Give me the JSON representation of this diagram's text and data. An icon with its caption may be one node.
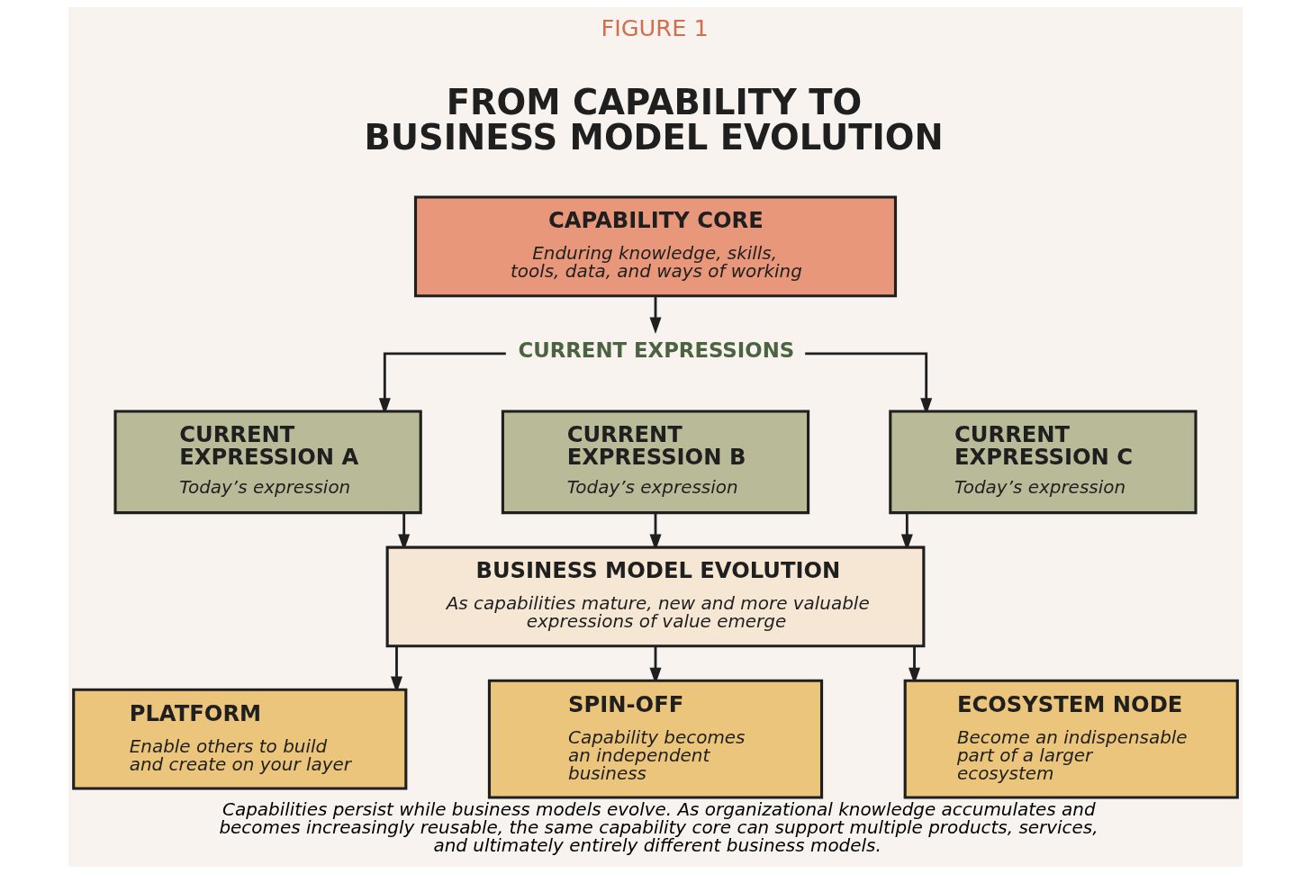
{
  "diagram": {
    "title": "FROM CAPABILITY TO BUSINESS MODEL EVOLUTION",
    "caption": "Capabilities persist while business models evolve. As organizational knowledge accumulates and becomes increasingly reusable, the same capability core can support multiple products, services, and ultimately entirely different business models.",
    "nodes": [
      {
        "text": [
          "CAPABILITY CORE",
          "Enduring knowledge, skills, tools, data, and ways of working"
        ]
      },
      {
        "text": [
          "CURRENT EXPRESSIONS"
        ]
      },
      {
        "text": [
          "CURRENT EXPRESSION A",
          "Today’s expression"
        ]
      },
      {
        "text": [
          "CURRENT EXPRESSION B",
          "Today’s expression"
        ]
      },
      {
        "text": [
          "CURRENT EXPRESSION C",
          "Today’s expression"
        ]
      },
      {
        "text": [
          "BUSINESS MODEL EVOLUTION",
          "As capabilities mature, new and more valuable expressions of value emerge"
        ]
      },
      {
        "text": [
          "PLATFORM",
          "Enable others to build and create on your layer"
        ]
      },
      {
        "text": [
          "SPIN-OFF",
          "Capability becomes an independent business"
        ]
      },
      {
        "text": [
          "ECOSYSTEM NODE",
          "Become an indispensable part of a larger ecosystem"
        ]
      }
    ],
    "edges": [
      {
        "from": 0,
        "to": 1,
        "arrow": "to"
      },
      {
        "from": 1,
        "to": 2,
        "arrow": "to"
      },
      {
        "from": 1,
        "to": 4,
        "arrow": "to"
      },
      {
        "from": 2,
        "to": 5,
        "arrow": "to"
      },
      {
        "from": 3,
        "to": 5,
        "arrow": "to"
      },
      {
        "from": 4,
        "to": 5,
        "arrow": "to"
      },
      {
        "from": 5,
        "to": 6,
        "arrow": "to"
      },
      {
        "from": 5,
        "to": 7,
        "arrow": "to"
      },
      {
        "from": 5,
        "to": 8,
        "arrow": "to"
      }
    ],
    "labels": [
      "FIGURE 1"
    ]
  }
}
